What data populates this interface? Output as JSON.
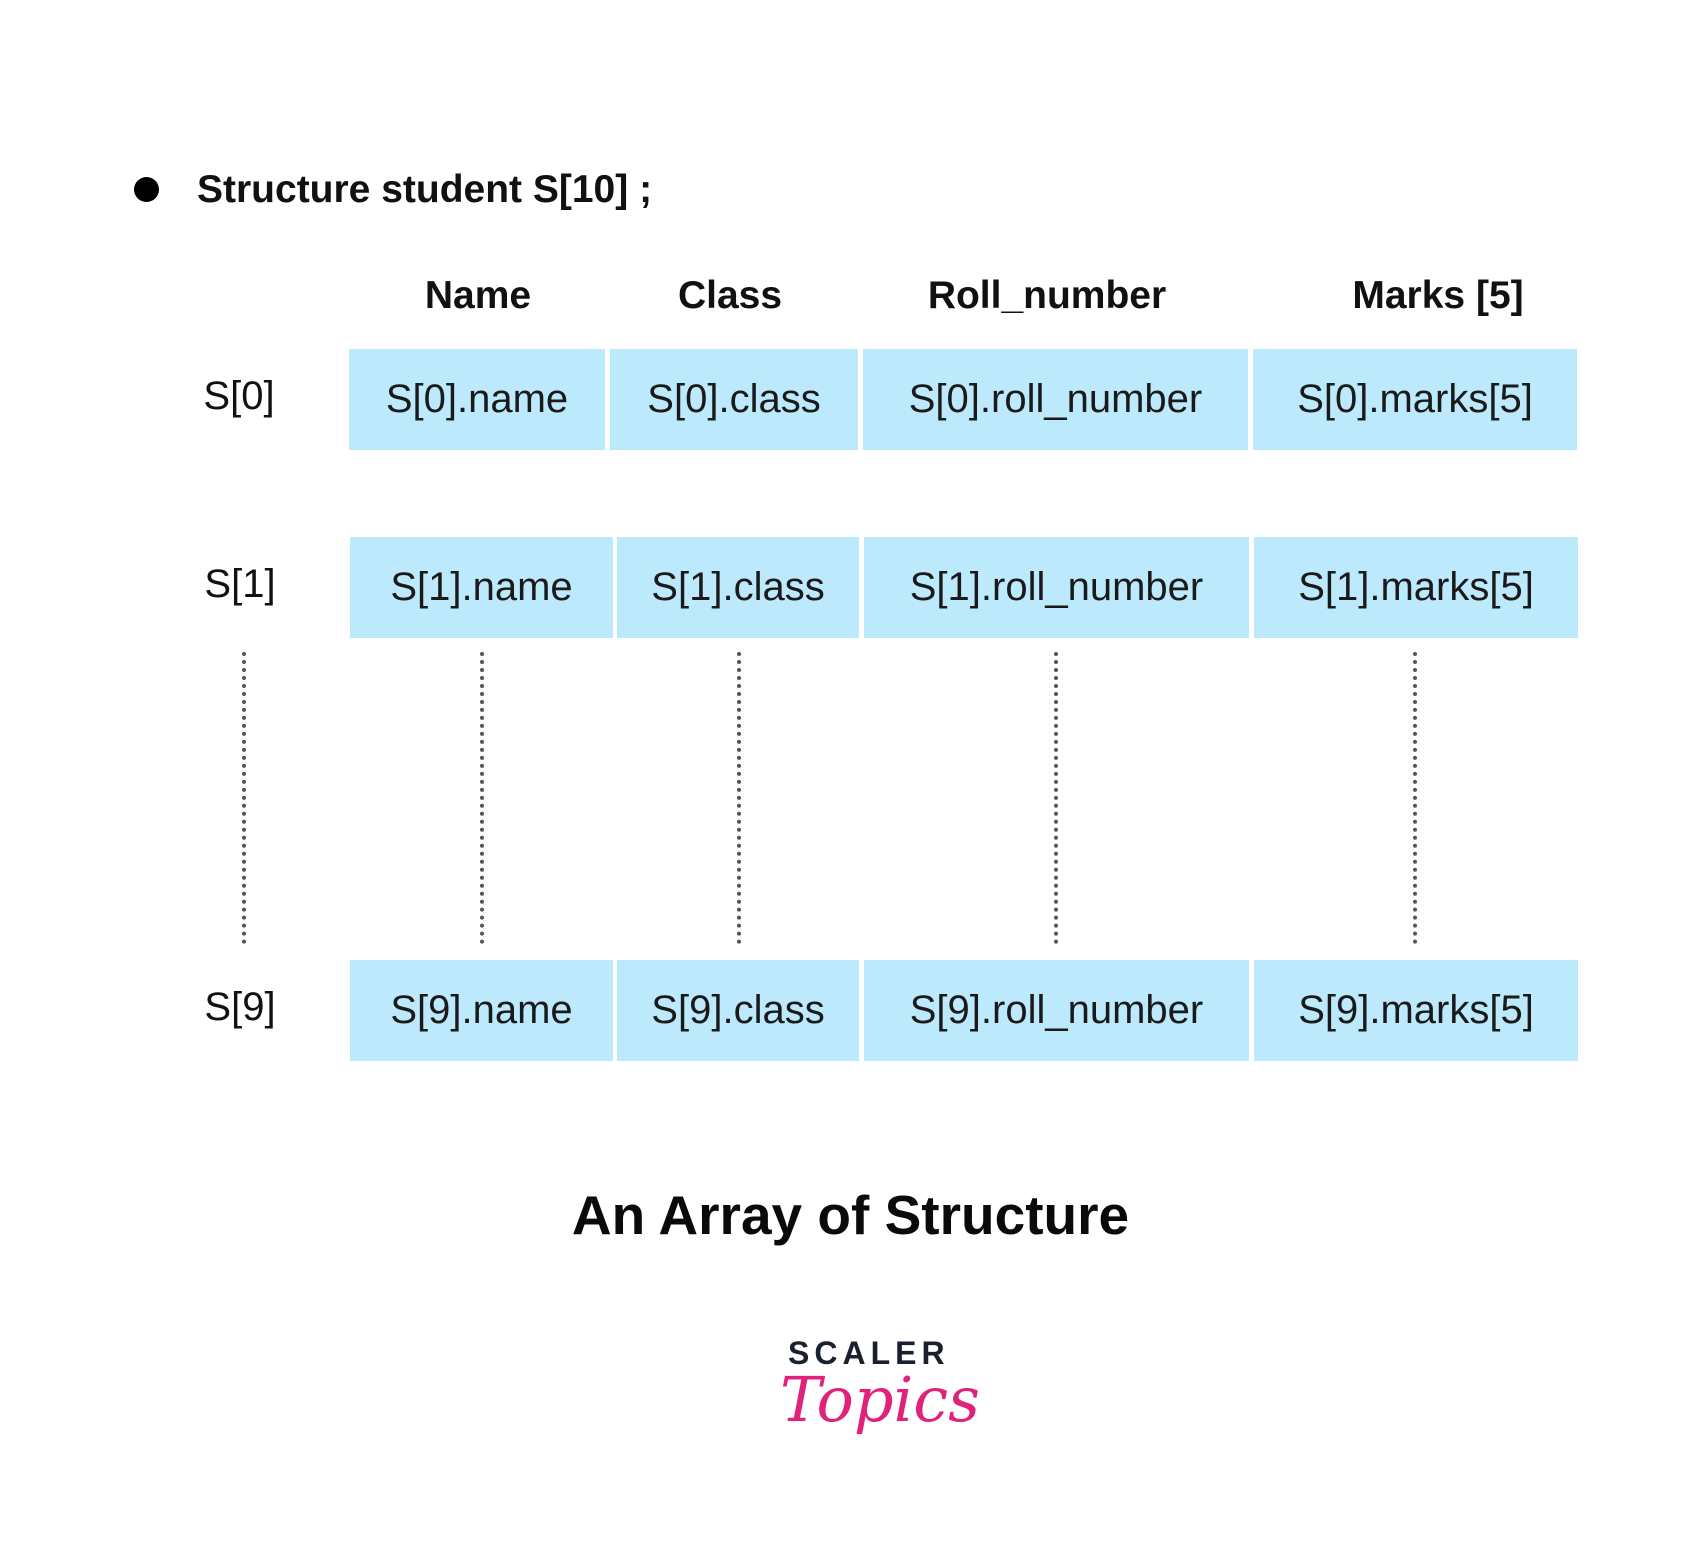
{
  "declaration": "Structure student S[10] ;",
  "headers": [
    "Name",
    "Class",
    "Roll_number",
    "Marks [5]"
  ],
  "rows": [
    {
      "label": "S[0]",
      "cells": [
        "S[0].name",
        "S[0].class",
        "S[0].roll_number",
        "S[0].marks[5]"
      ]
    },
    {
      "label": "S[1]",
      "cells": [
        "S[1].name",
        "S[1].class",
        "S[1].roll_number",
        "S[1].marks[5]"
      ]
    },
    {
      "label": "S[9]",
      "cells": [
        "S[9].name",
        "S[9].class",
        "S[9].roll_number",
        "S[9].marks[5]"
      ]
    }
  ],
  "caption": "An Array of Structure",
  "logo": {
    "line1": "SCALER",
    "line2": "Topics"
  },
  "colors": {
    "cell_fill": "#bce9fb",
    "logo_pink": "#e0227a",
    "logo_navy": "#1b2031"
  }
}
